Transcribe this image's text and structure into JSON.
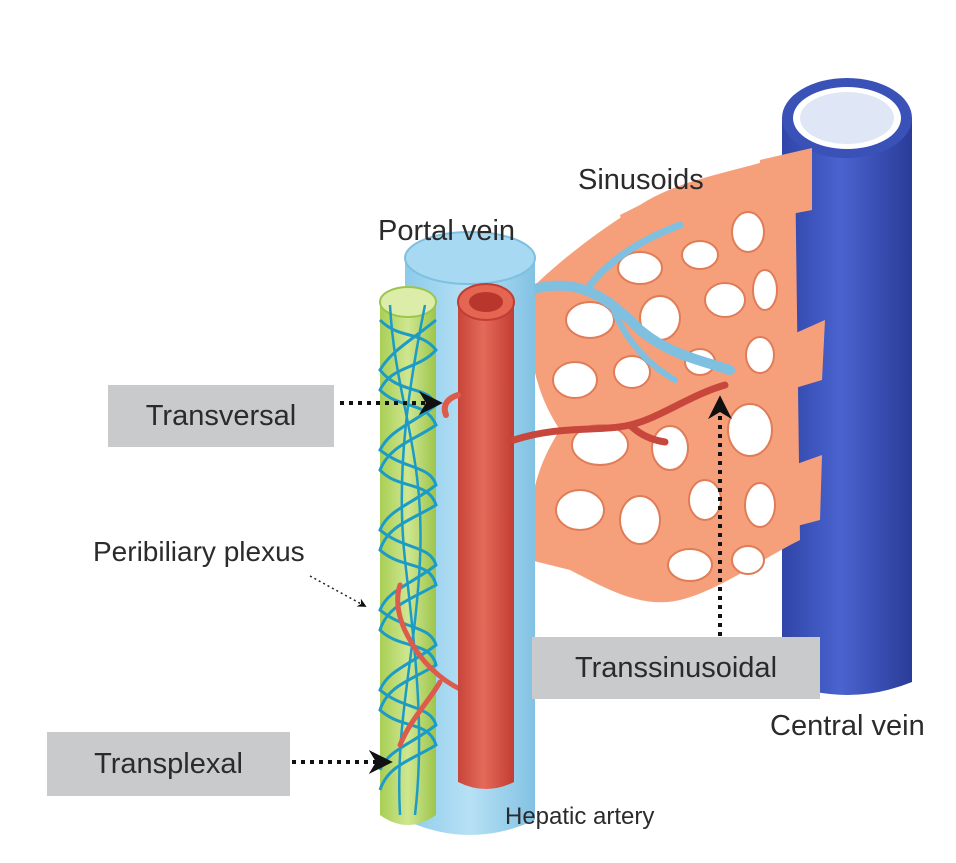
{
  "labels": {
    "sinusoids": "Sinusoids",
    "portal_vein": "Portal vein",
    "peribiliary_plexus": "Peribiliary plexus",
    "central_vein": "Central vein",
    "hepatic_artery": "Hepatic artery"
  },
  "routes": {
    "transversal": "Transversal",
    "transplexal": "Transplexal",
    "transsinusoidal": "Transsinusoidal"
  },
  "colors": {
    "portal_vein": "#9fd3ef",
    "hepatic_artery": "#dc5b4c",
    "central_vein": "#3f57c2",
    "sinusoids": "#f6a07b",
    "bile_duct": "#b9d96a",
    "plexus": "#1d9bc7",
    "label_box": "#c9cacb"
  }
}
